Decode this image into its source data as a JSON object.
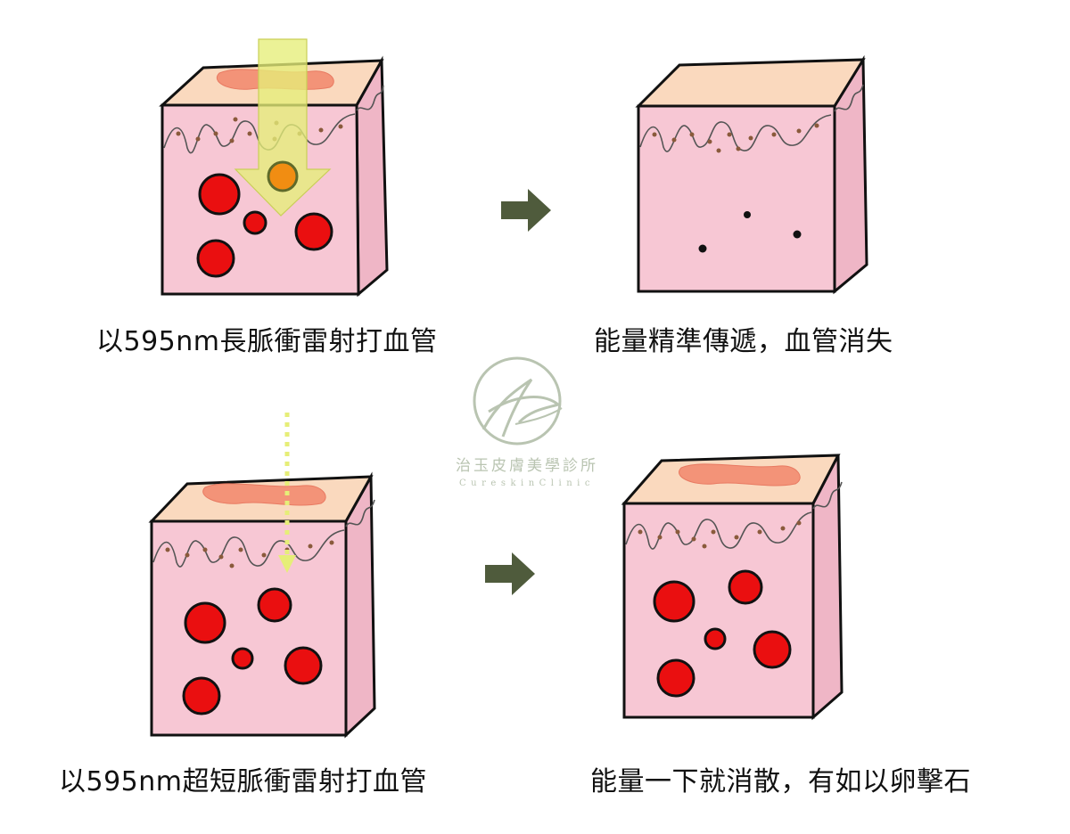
{
  "panels": [
    {
      "caption": "以595nm長脈衝雷射打血管"
    },
    {
      "caption": "能量精準傳遞，血管消失"
    },
    {
      "caption": "以595nm超短脈衝雷射打血管"
    },
    {
      "caption": "能量一下就消散，有如以卵擊石"
    }
  ],
  "watermark": {
    "name": "治玉皮膚美學診所",
    "english": "CureskinClinic"
  },
  "colors": {
    "skin_front": "#f7c7d4",
    "skin_side": "#efb6c6",
    "skin_top": "#fad9be",
    "vessel": "#ea0f10",
    "arrow_green": "#4f5b3c",
    "laser_yellow": "#e6ee78"
  },
  "icons": [
    "right-arrow-icon",
    "laser-arrow-icon",
    "dotted-laser-arrow-icon",
    "logo-icon"
  ]
}
